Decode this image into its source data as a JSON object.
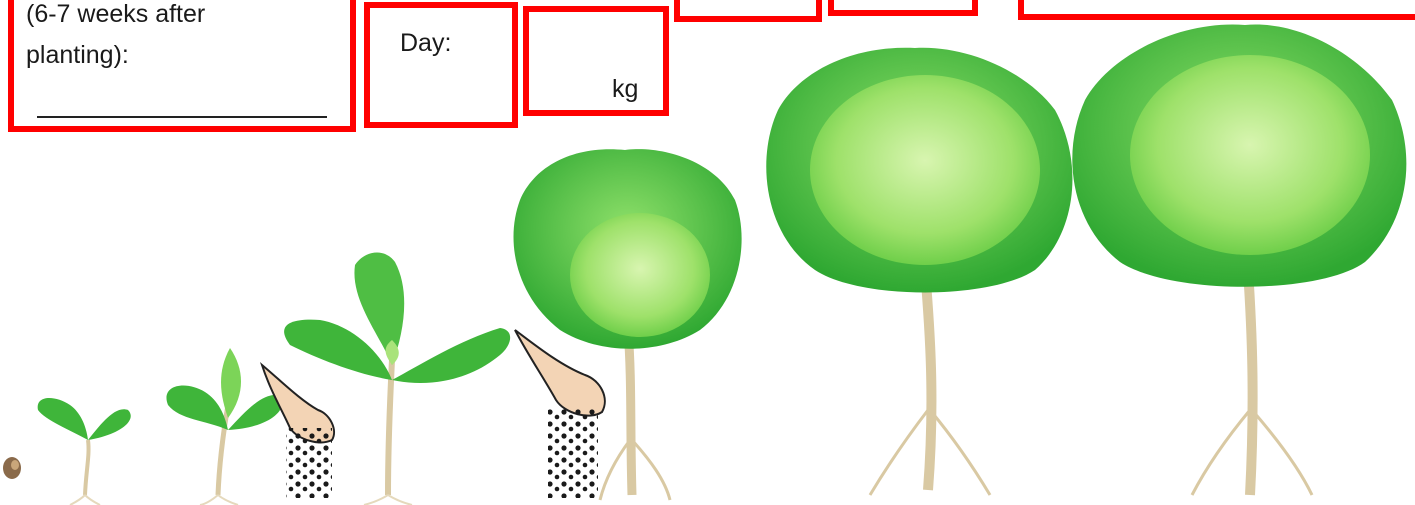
{
  "box1": {
    "line1": "(6-7 weeks after",
    "line2": "planting):"
  },
  "box2": {
    "label": "Day:"
  },
  "box3": {
    "unit": "kg"
  },
  "colors": {
    "frame": "#ff0000",
    "leaf_dark": "#3fb53a",
    "leaf_light": "#a9e37a",
    "root": "#d9c9a3",
    "hand": "#f3d4b5",
    "seed": "#1a1a1a"
  },
  "icons": [
    "seed-icon",
    "sprout-icon",
    "seedling-icon",
    "young-plant-icon",
    "hand-sowing-icon",
    "cabbage-icon"
  ]
}
